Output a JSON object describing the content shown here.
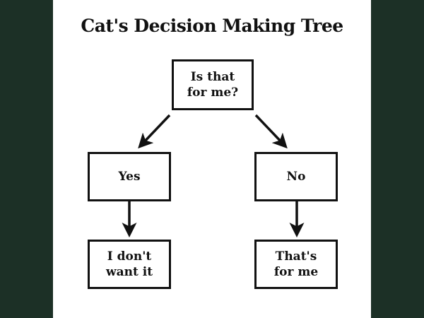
{
  "title": "Cat's Decision Making Tree",
  "colors": {
    "background": "#1c3026",
    "panel": "#ffffff",
    "ink": "#111111"
  },
  "nodes": {
    "root": "Is that\nfor me?",
    "yes": "Yes",
    "no": "No",
    "yes_result": "I don't\nwant it",
    "no_result": "That's\nfor me"
  },
  "edges": [
    {
      "from": "root",
      "to": "yes"
    },
    {
      "from": "root",
      "to": "no"
    },
    {
      "from": "yes",
      "to": "yes_result"
    },
    {
      "from": "no",
      "to": "no_result"
    }
  ]
}
